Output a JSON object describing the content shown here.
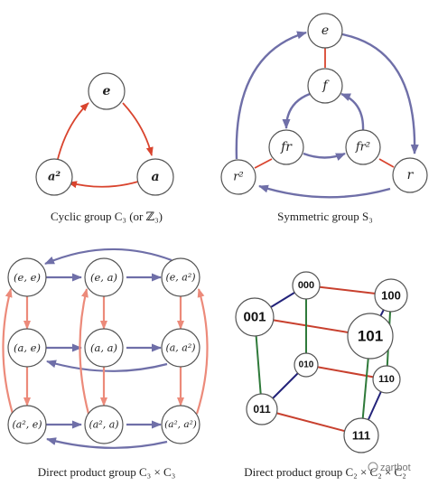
{
  "colors": {
    "red": "#d9442e",
    "salmon": "#ec8a7a",
    "blue": "#6f6fa8",
    "navy": "#23237a",
    "green": "#2f7a3a",
    "edge_red": "#c8402e"
  },
  "cyclic": {
    "caption": "Cyclic group C₃ (or ℤ₃)",
    "nodes": {
      "e": "e",
      "a": "a",
      "a2": "a²"
    }
  },
  "symmetric": {
    "caption": "Symmetric group S₃",
    "nodes": {
      "e": "e",
      "f": "f",
      "fr": "fr",
      "fr2": "fr²",
      "r2": "r²",
      "r": "r"
    }
  },
  "product33": {
    "caption": "Direct product group C₃ × C₃",
    "nodes": {
      "ee": "(e, e)",
      "ea": "(e, a)",
      "ea2": "(e, a²)",
      "ae": "(a, e)",
      "aa": "(a, a)",
      "aa2": "(a, a²)",
      "a2e": "(a², e)",
      "a2a": "(a², a)",
      "a2a2": "(a², a²)"
    }
  },
  "cube": {
    "caption": "Direct product group C₂ × C₂ × C₂",
    "nodes": {
      "n000": "000",
      "n100": "100",
      "n001": "001",
      "n101": "101",
      "n010": "010",
      "n110": "110",
      "n011": "011",
      "n111": "111"
    }
  },
  "watermark": "zartbot"
}
